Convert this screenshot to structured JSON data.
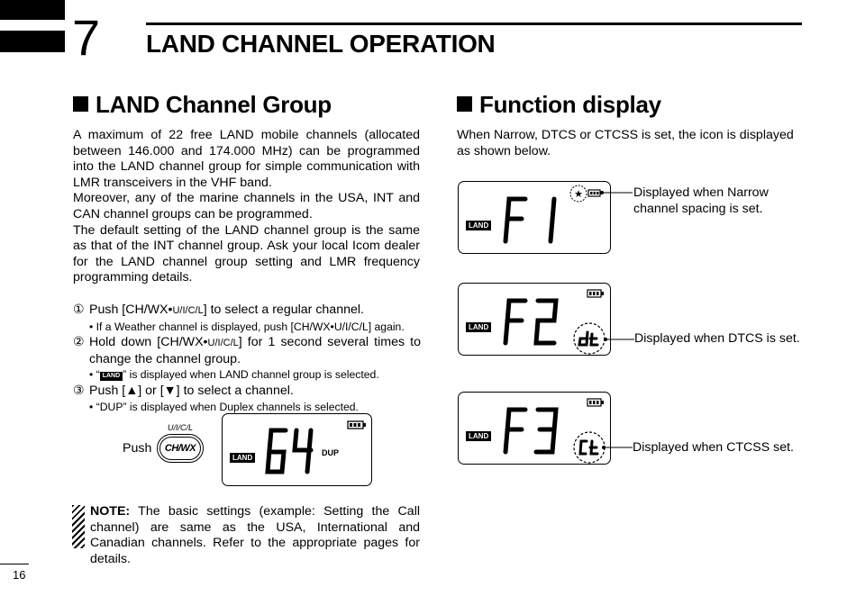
{
  "chapter": {
    "number": "7",
    "title": "LAND CHANNEL OPERATION"
  },
  "left": {
    "heading": "LAND Channel Group",
    "paragraphs": [
      "A maximum of 22 free LAND mobile channels (allocated between 146.000 and 174.000 MHz) can be programmed into the LAND channel group for simple communication with LMR transceivers in the VHF band.",
      "Moreover, any of the marine channels in the USA, INT and CAN channel groups can be programmed.",
      "The default setting of the LAND channel group is the same as that of the INT channel group. Ask your local Icom dealer for the LAND channel group setting and LMR frequency programming details."
    ],
    "steps": [
      {
        "num": "①",
        "pre": "Push [CH/WX•",
        "small": "U/I/C/L",
        "post": "] to select a regular channel.",
        "sub_pre": "• If a Weather channel is displayed, push [CH/WX•U/I/C/L] again."
      },
      {
        "num": "②",
        "pre": "Hold down [CH/WX•",
        "small": "U/I/C/L",
        "post": "] for 1 second several times to change the channel group.",
        "sub_pre": "• “",
        "sub_chip": "LAND",
        "sub_post": "” is displayed when LAND channel group is selected."
      },
      {
        "num": "③",
        "text": "Push [▲] or [▼] to select a channel.",
        "sub": "• “DUP” is displayed when Duplex channels is selected."
      }
    ],
    "figure": {
      "push_label": "Push",
      "key_small_label": "U/I/C/L",
      "key_label": "CH/WX",
      "lcd_badge": "LAND",
      "lcd_digits": "64",
      "lcd_dup": "DUP"
    },
    "note": {
      "label": "NOTE:",
      "text": " The basic settings (example: Setting the Call channel) are same as the USA, International and Canadian channels. Refer to the appropriate pages for details."
    }
  },
  "right": {
    "heading": "Function display",
    "intro": "When Narrow, DTCS or CTCSS is set, the icon is displayed as shown below.",
    "displays": [
      {
        "badge": "LAND",
        "digits": "F1",
        "caption": "Displayed when Narrow channel spacing is set."
      },
      {
        "badge": "LAND",
        "digits": "F2",
        "caption": "Displayed when DTCS is set."
      },
      {
        "badge": "LAND",
        "digits": "F3",
        "caption": "Displayed when CTCSS set."
      }
    ]
  },
  "page_number": "16"
}
